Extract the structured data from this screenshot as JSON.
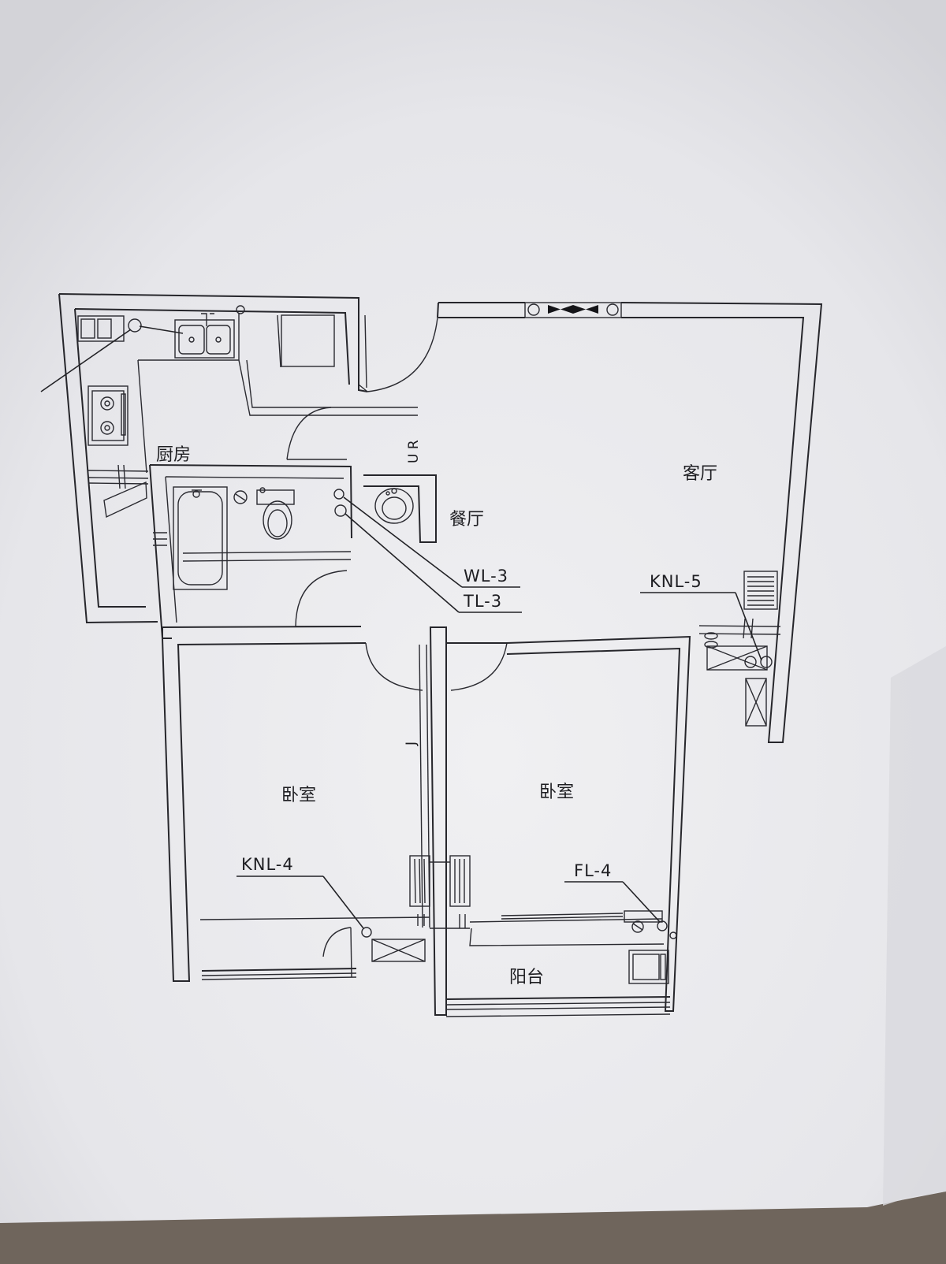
{
  "rooms": {
    "kitchen": "厨房",
    "dining": "餐厅",
    "living": "客厅",
    "bedroom_left": "卧室",
    "bedroom_right": "卧室",
    "balcony": "阳台"
  },
  "pipe_labels": {
    "wl3": "WL-3",
    "tl3": "TL-3",
    "knl5": "KNL-5",
    "knl4": "KNL-4",
    "fl4": "FL-4"
  },
  "stair_marks": {
    "upper": "U R",
    "lower": "J"
  },
  "colors": {
    "paper": "#e9e9ec",
    "ink": "#26262b",
    "floor": "#6f655c"
  }
}
